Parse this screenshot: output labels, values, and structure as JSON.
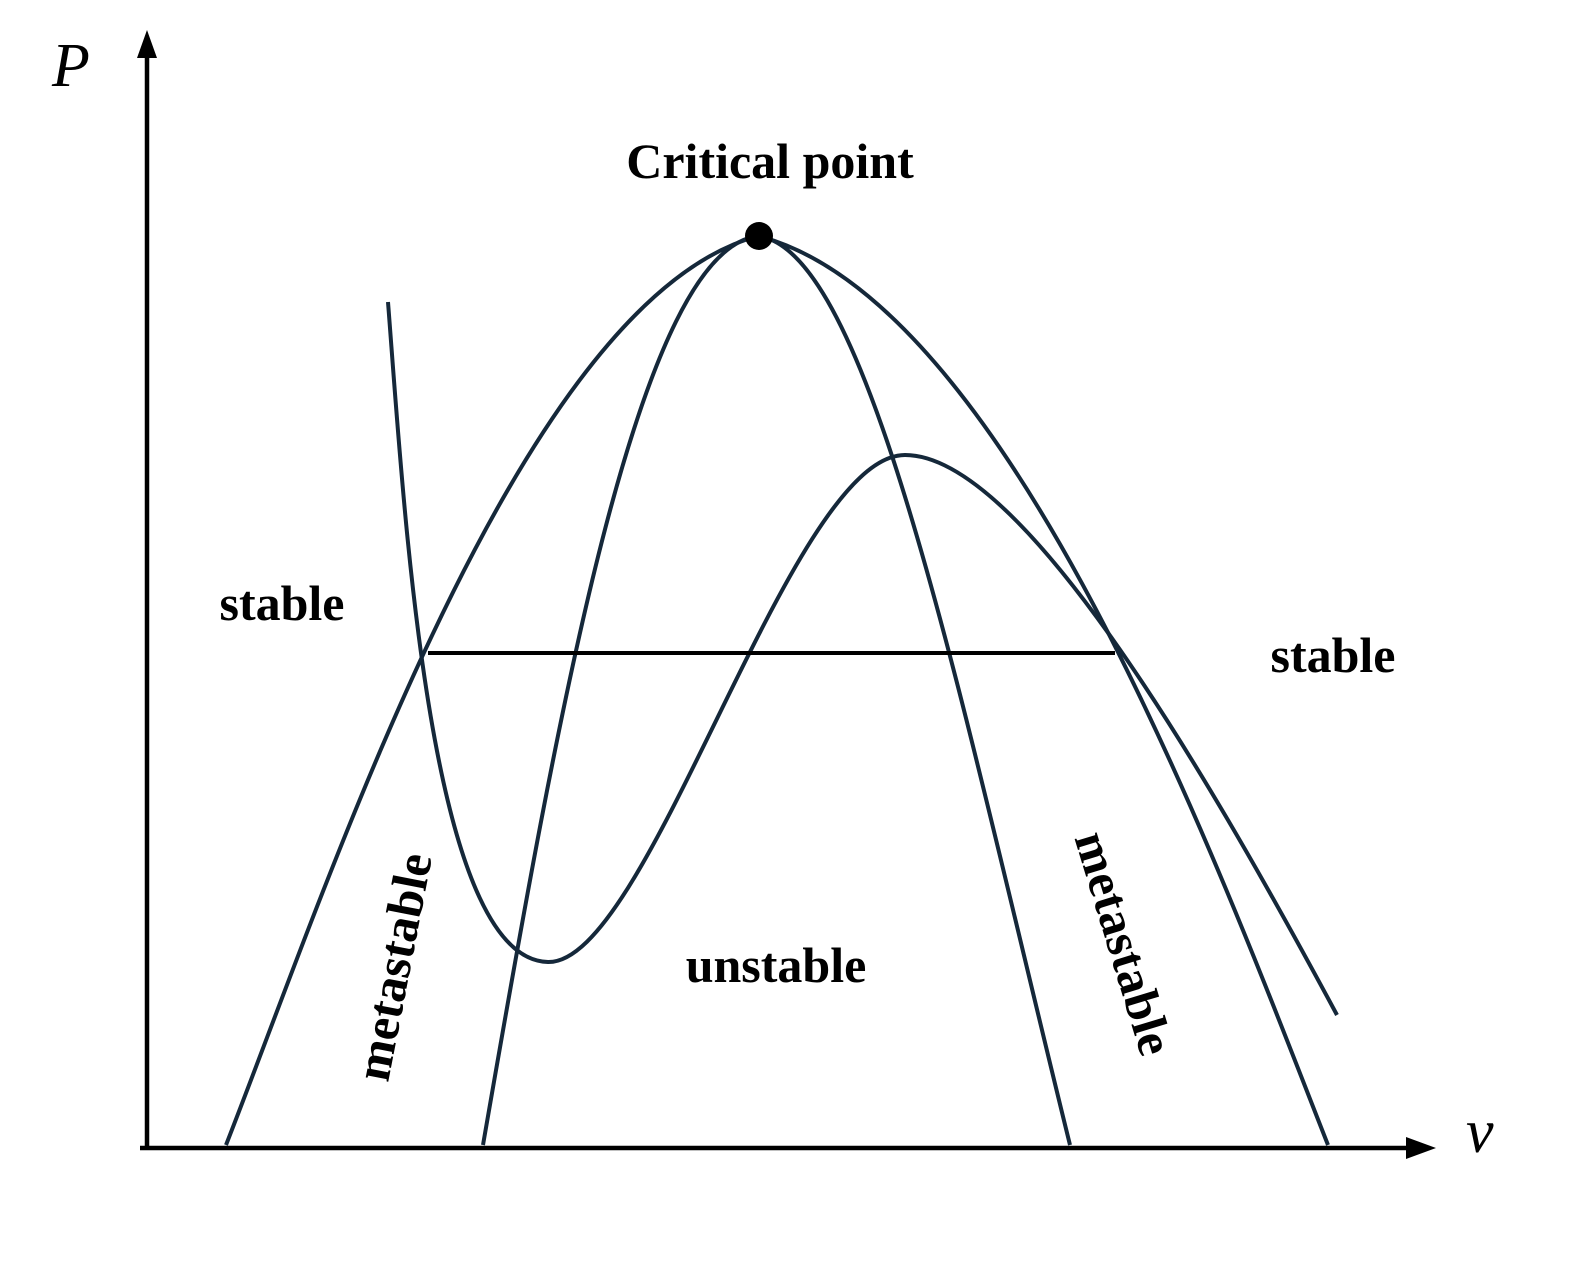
{
  "diagram": {
    "axes": {
      "y_label": "P",
      "x_label": "v"
    },
    "title": "Critical point",
    "regions": {
      "stable_left": "stable",
      "stable_right": "stable",
      "metastable_left": "metastable",
      "metastable_right": "metastable",
      "unstable": "unstable"
    },
    "colors": {
      "curve": "#15283a",
      "axis": "#000000"
    }
  }
}
